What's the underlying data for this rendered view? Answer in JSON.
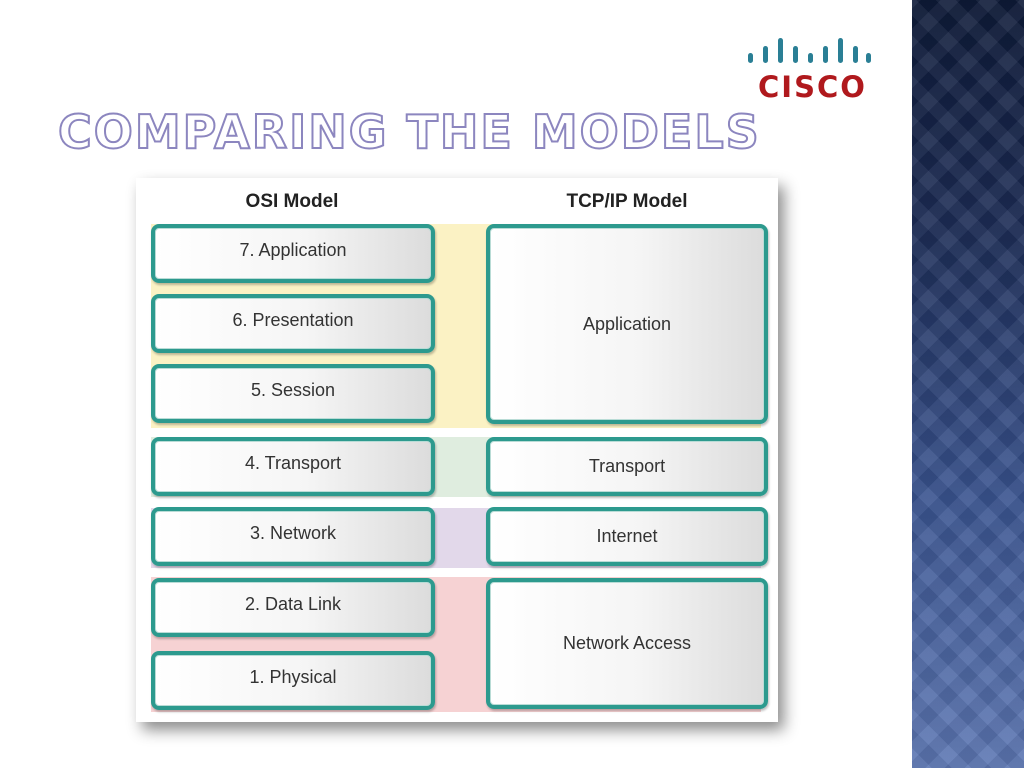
{
  "logo": {
    "text": "CISCO",
    "icon": "cisco-bars-icon",
    "color": "#b0191d"
  },
  "slide": {
    "title": "Comparing the Models"
  },
  "diagram": {
    "osi_title": "OSI Model",
    "tcp_title": "TCP/IP Model",
    "osi_layers": [
      "7. Application",
      "6. Presentation",
      "5. Session",
      "4. Transport",
      "3. Network",
      "2. Data Link",
      "1. Physical"
    ],
    "tcp_layers": [
      "Application",
      "Transport",
      "Internet",
      "Network Access"
    ],
    "colors": {
      "border": "#2d9a8e",
      "application": "#fbf2c4",
      "transport": "#dfeddf",
      "internet": "#e2d8ea",
      "network_access": "#f6d2d3"
    }
  }
}
